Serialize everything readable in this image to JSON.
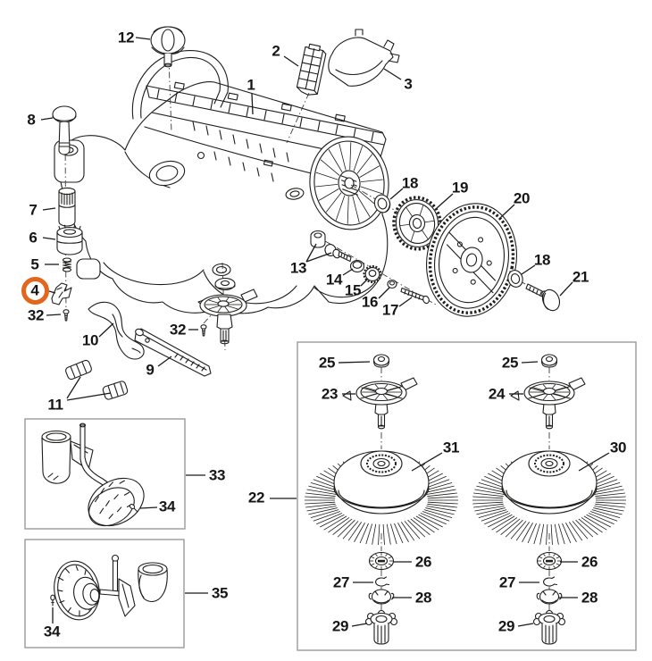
{
  "diagram": {
    "type": "exploded-parts-view",
    "background_color": "#ffffff",
    "line_color": "#1d1d1b",
    "inset_border_color": "#9a9a9a",
    "highlight": {
      "part": "4",
      "color": "#e2661c",
      "shape": "circle-outline"
    }
  },
  "parts": {
    "p1": "1",
    "p2": "2",
    "p3": "3",
    "p4": "4",
    "p5": "5",
    "p6": "6",
    "p7": "7",
    "p8": "8",
    "p9": "9",
    "p10": "10",
    "p11": "11",
    "p12": "12",
    "p13": "13",
    "p14": "14",
    "p15": "15",
    "p16": "16",
    "p17": "17",
    "p18a": "18",
    "p18b": "18",
    "p19": "19",
    "p20": "20",
    "p21": "21",
    "p22": "22",
    "p23": "23",
    "p24": "24",
    "p25a": "25",
    "p25b": "25",
    "p26a": "26",
    "p26b": "26",
    "p27a": "27",
    "p27b": "27",
    "p28a": "28",
    "p28b": "28",
    "p29a": "29",
    "p29b": "29",
    "p30": "30",
    "p31": "31",
    "p32a": "32",
    "p32b": "32",
    "p33": "33",
    "p34a": "34",
    "p34b": "34",
    "p35": "35"
  }
}
